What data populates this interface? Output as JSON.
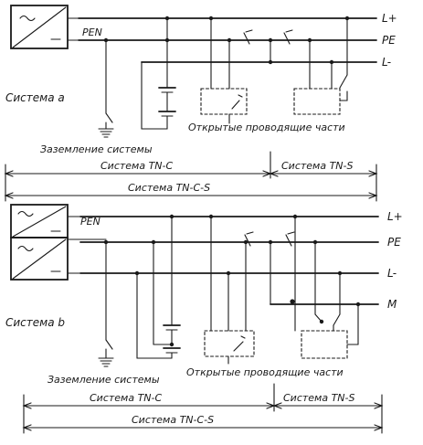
{
  "system_a": {
    "conductors": {
      "l_plus": "L+",
      "pe": "PE",
      "l_minus": "L-"
    },
    "pen_label": "PEN",
    "system_label": "Система а",
    "grounding_label": "Заземление системы",
    "exposed_parts_label": "Открытые проводящие части",
    "span_tn_c": "Система TN-C",
    "span_tn_s": "Система TN-S",
    "span_tn_c_s": "Система TN-C-S"
  },
  "system_b": {
    "conductors": {
      "l_plus": "L+",
      "pe": "PE",
      "l_minus": "L-",
      "m": "M"
    },
    "pen_label": "PEN",
    "system_label": "Система b",
    "grounding_label": "Заземление системы",
    "exposed_parts_label": "Открытые проводящие части",
    "span_tn_c": "Система TN-C",
    "span_tn_s": "Система TN-S",
    "span_tn_c_s": "Система TN-C-S"
  },
  "icons": {
    "source": "converter-icon",
    "ground": "ground-icon",
    "switch": "switch-icon",
    "capacitor": "capacitor-icon",
    "junction": "junction-dot"
  }
}
